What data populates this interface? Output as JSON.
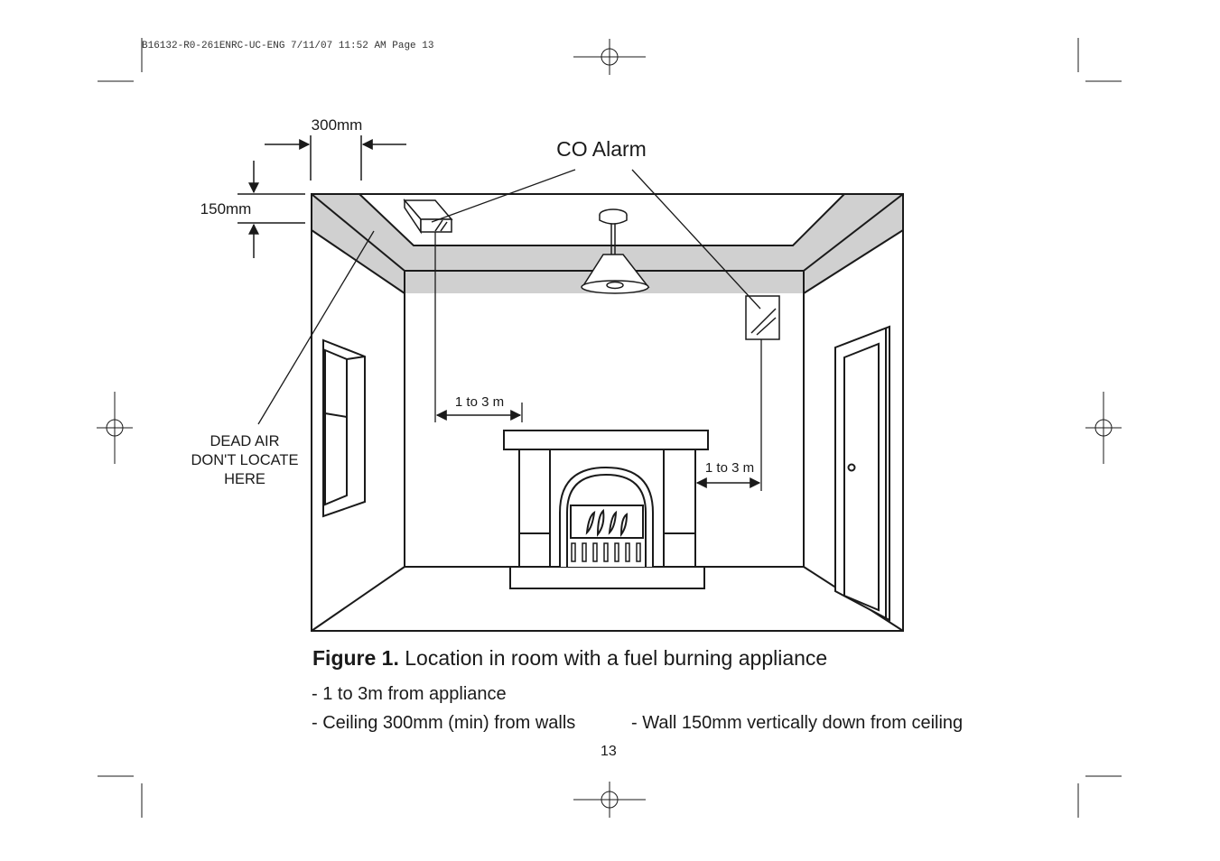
{
  "header": {
    "slug": "B16132-R0-261ENRC-UC-ENG  7/11/07  11:52 AM  Page 13"
  },
  "diagram": {
    "label_300mm": "300mm",
    "label_150mm": "150mm",
    "label_co_alarm": "CO Alarm",
    "label_dead_air": [
      "DEAD AIR",
      "DON'T LOCATE",
      "HERE"
    ],
    "label_ceiling_distance": "1 to 3 m",
    "label_wall_distance": "1 to 3 m"
  },
  "caption": {
    "figure_label": "Figure 1.",
    "figure_text": " Location in room with a fuel burning appliance",
    "note_appliance": "- 1 to 3m from appliance",
    "note_ceiling": "- Ceiling 300mm (min) from walls",
    "note_wall": "- Wall 150mm vertically down from ceiling"
  },
  "footer": {
    "page_number": "13"
  },
  "colors": {
    "ink": "#1a1a1a",
    "dead_air_band": "#d0d0d0",
    "paper": "#ffffff"
  }
}
